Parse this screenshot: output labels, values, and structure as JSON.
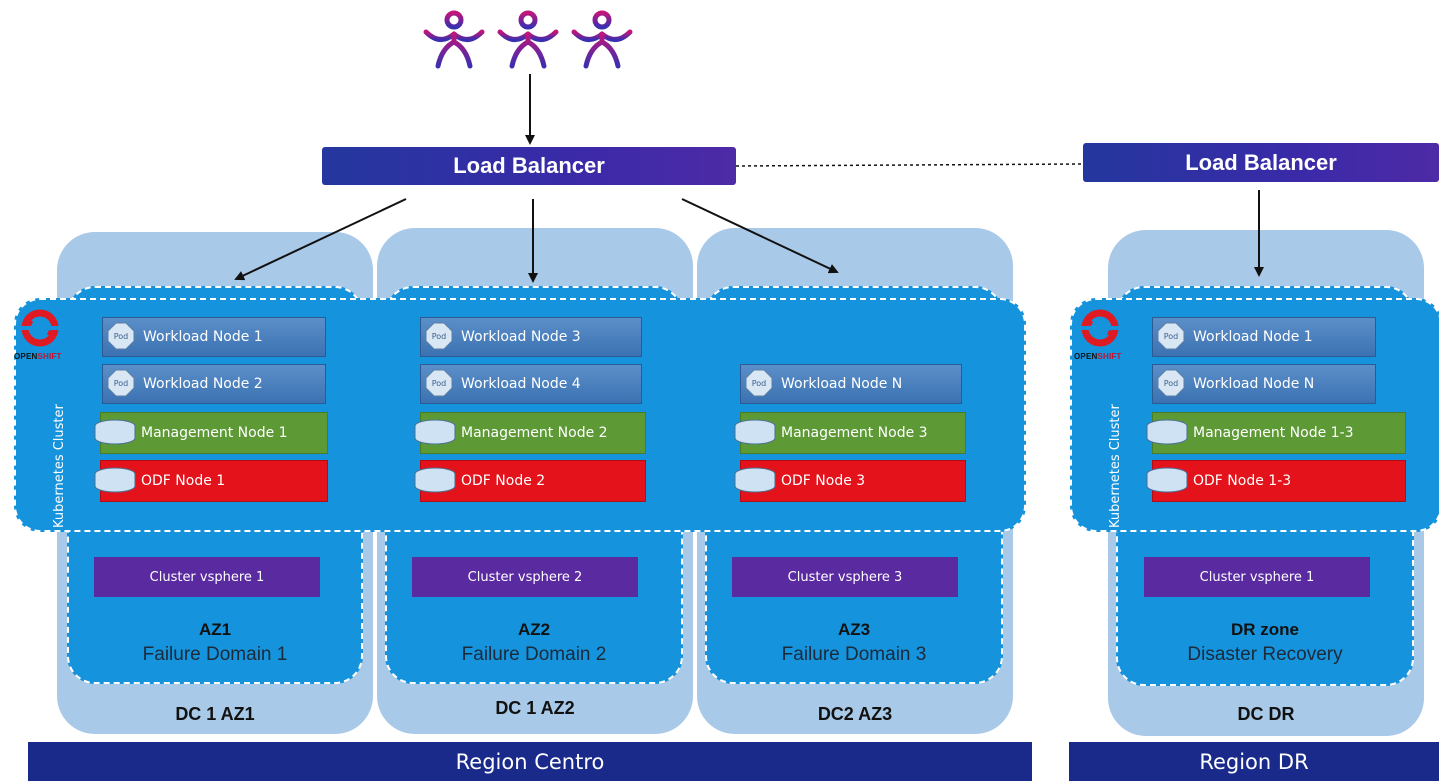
{
  "load_balancer_main": "Load Balancer",
  "load_balancer_dr": "Load Balancer",
  "kubernetes_label": "Kubernetes Cluster",
  "openshift": {
    "open": "OPEN",
    "shift": "SHIFT"
  },
  "pod_label": "Pod",
  "nodes": {
    "az1": {
      "w1": "Workload Node 1",
      "w2": "Workload Node 2",
      "m": "Management Node 1",
      "o": "ODF Node 1"
    },
    "az2": {
      "w1": "Workload Node 3",
      "w2": "Workload Node 4",
      "m": "Management Node 2",
      "o": "ODF Node 2"
    },
    "az3": {
      "w": "Workload Node N",
      "m": "Management Node 3",
      "o": "ODF Node 3"
    },
    "dr": {
      "w1": "Workload Node 1",
      "w2": "Workload Node N",
      "m": "Management Node 1-3",
      "o": "ODF Node 1-3"
    }
  },
  "vsphere": {
    "az1": "Cluster vsphere 1",
    "az2": "Cluster vsphere 2",
    "az3": "Cluster vsphere 3",
    "dr": "Cluster vsphere 1"
  },
  "zones": {
    "az1": {
      "name": "AZ1",
      "domain": "Failure Domain 1"
    },
    "az2": {
      "name": "AZ2",
      "domain": "Failure Domain 2"
    },
    "az3": {
      "name": "AZ3",
      "domain": "Failure Domain 3"
    },
    "dr": {
      "name": "DR zone",
      "domain": "Disaster Recovery"
    }
  },
  "datacenters": {
    "dc1": "DC 1 AZ1",
    "dc2": "DC 1 AZ2",
    "dc3": "DC2 AZ3",
    "dr": "DC DR"
  },
  "regions": {
    "centro": "Region Centro",
    "dr": "Region DR"
  },
  "colors": {
    "users": "#5a1ca6",
    "lb": "#2a34a0",
    "k8s": "#1593dc",
    "dc": "#a9c9e8",
    "odf": "#e4121b",
    "mgmt": "#5d9a35",
    "vsphere": "#5a2aa0",
    "region": "#1a2a8a"
  }
}
